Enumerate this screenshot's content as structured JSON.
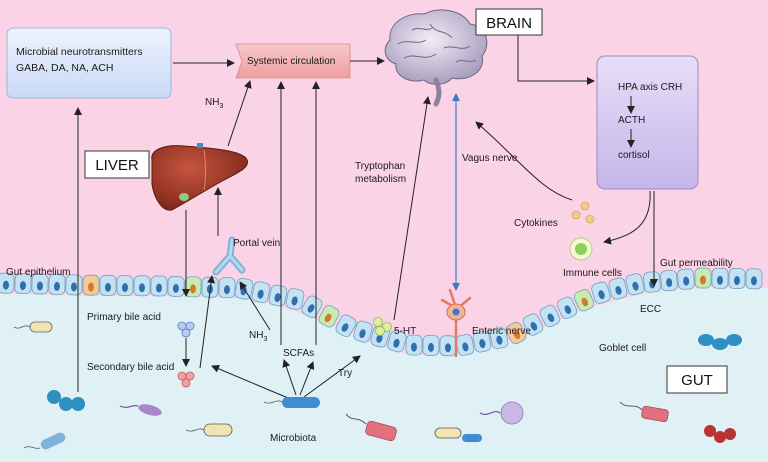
{
  "labels": {
    "microbial_line1": "Microbial neurotransmitters",
    "microbial_line2": "GABA, DA, NA, ACH",
    "systemic": "Systemic circulation",
    "brain": "BRAIN",
    "liver": "LIVER",
    "gut": "GUT",
    "nh3_top": "NH",
    "nh3_sub": "3",
    "hpa_axis": "HPA  axis CRH",
    "acth": "ACTH",
    "cortisol": "cortisol",
    "vagus": "Vagus nerve",
    "tryptophan_line1": "Tryptophan",
    "tryptophan_line2": "metabolism",
    "cytokines": "Cytokines",
    "immune_cells": "Immune cells",
    "gut_permeability": "Gut permeability",
    "gut_epithelium": "Gut epithelium",
    "portal_vein": "Portal vein",
    "primary_bile": "Primary bile acid",
    "secondary_bile": "Secondary bile acid",
    "nh3_low": "NH",
    "nh3_low_sub": "3",
    "scfas": "SCFAs",
    "five_ht": "5-HT",
    "enteric_nerve": "Enteric nerve",
    "ecc": "ECC",
    "goblet_cell": "Goblet cell",
    "try": "Try",
    "microbiota": "Microbiota"
  },
  "colors": {
    "background_pink": "#fbd3e6",
    "gut_lumen": "#dff0f4",
    "epithelium_cell": "#bfe0f0",
    "nucleus": "#2e6fb0",
    "box_blue_fill": "#dbe7fb",
    "box_purple_fill": "#d6ccf2",
    "systemic_fill": "#f3b6b6",
    "liver": "#a83a2a",
    "vagus_arrow": "#4a86d6"
  }
}
